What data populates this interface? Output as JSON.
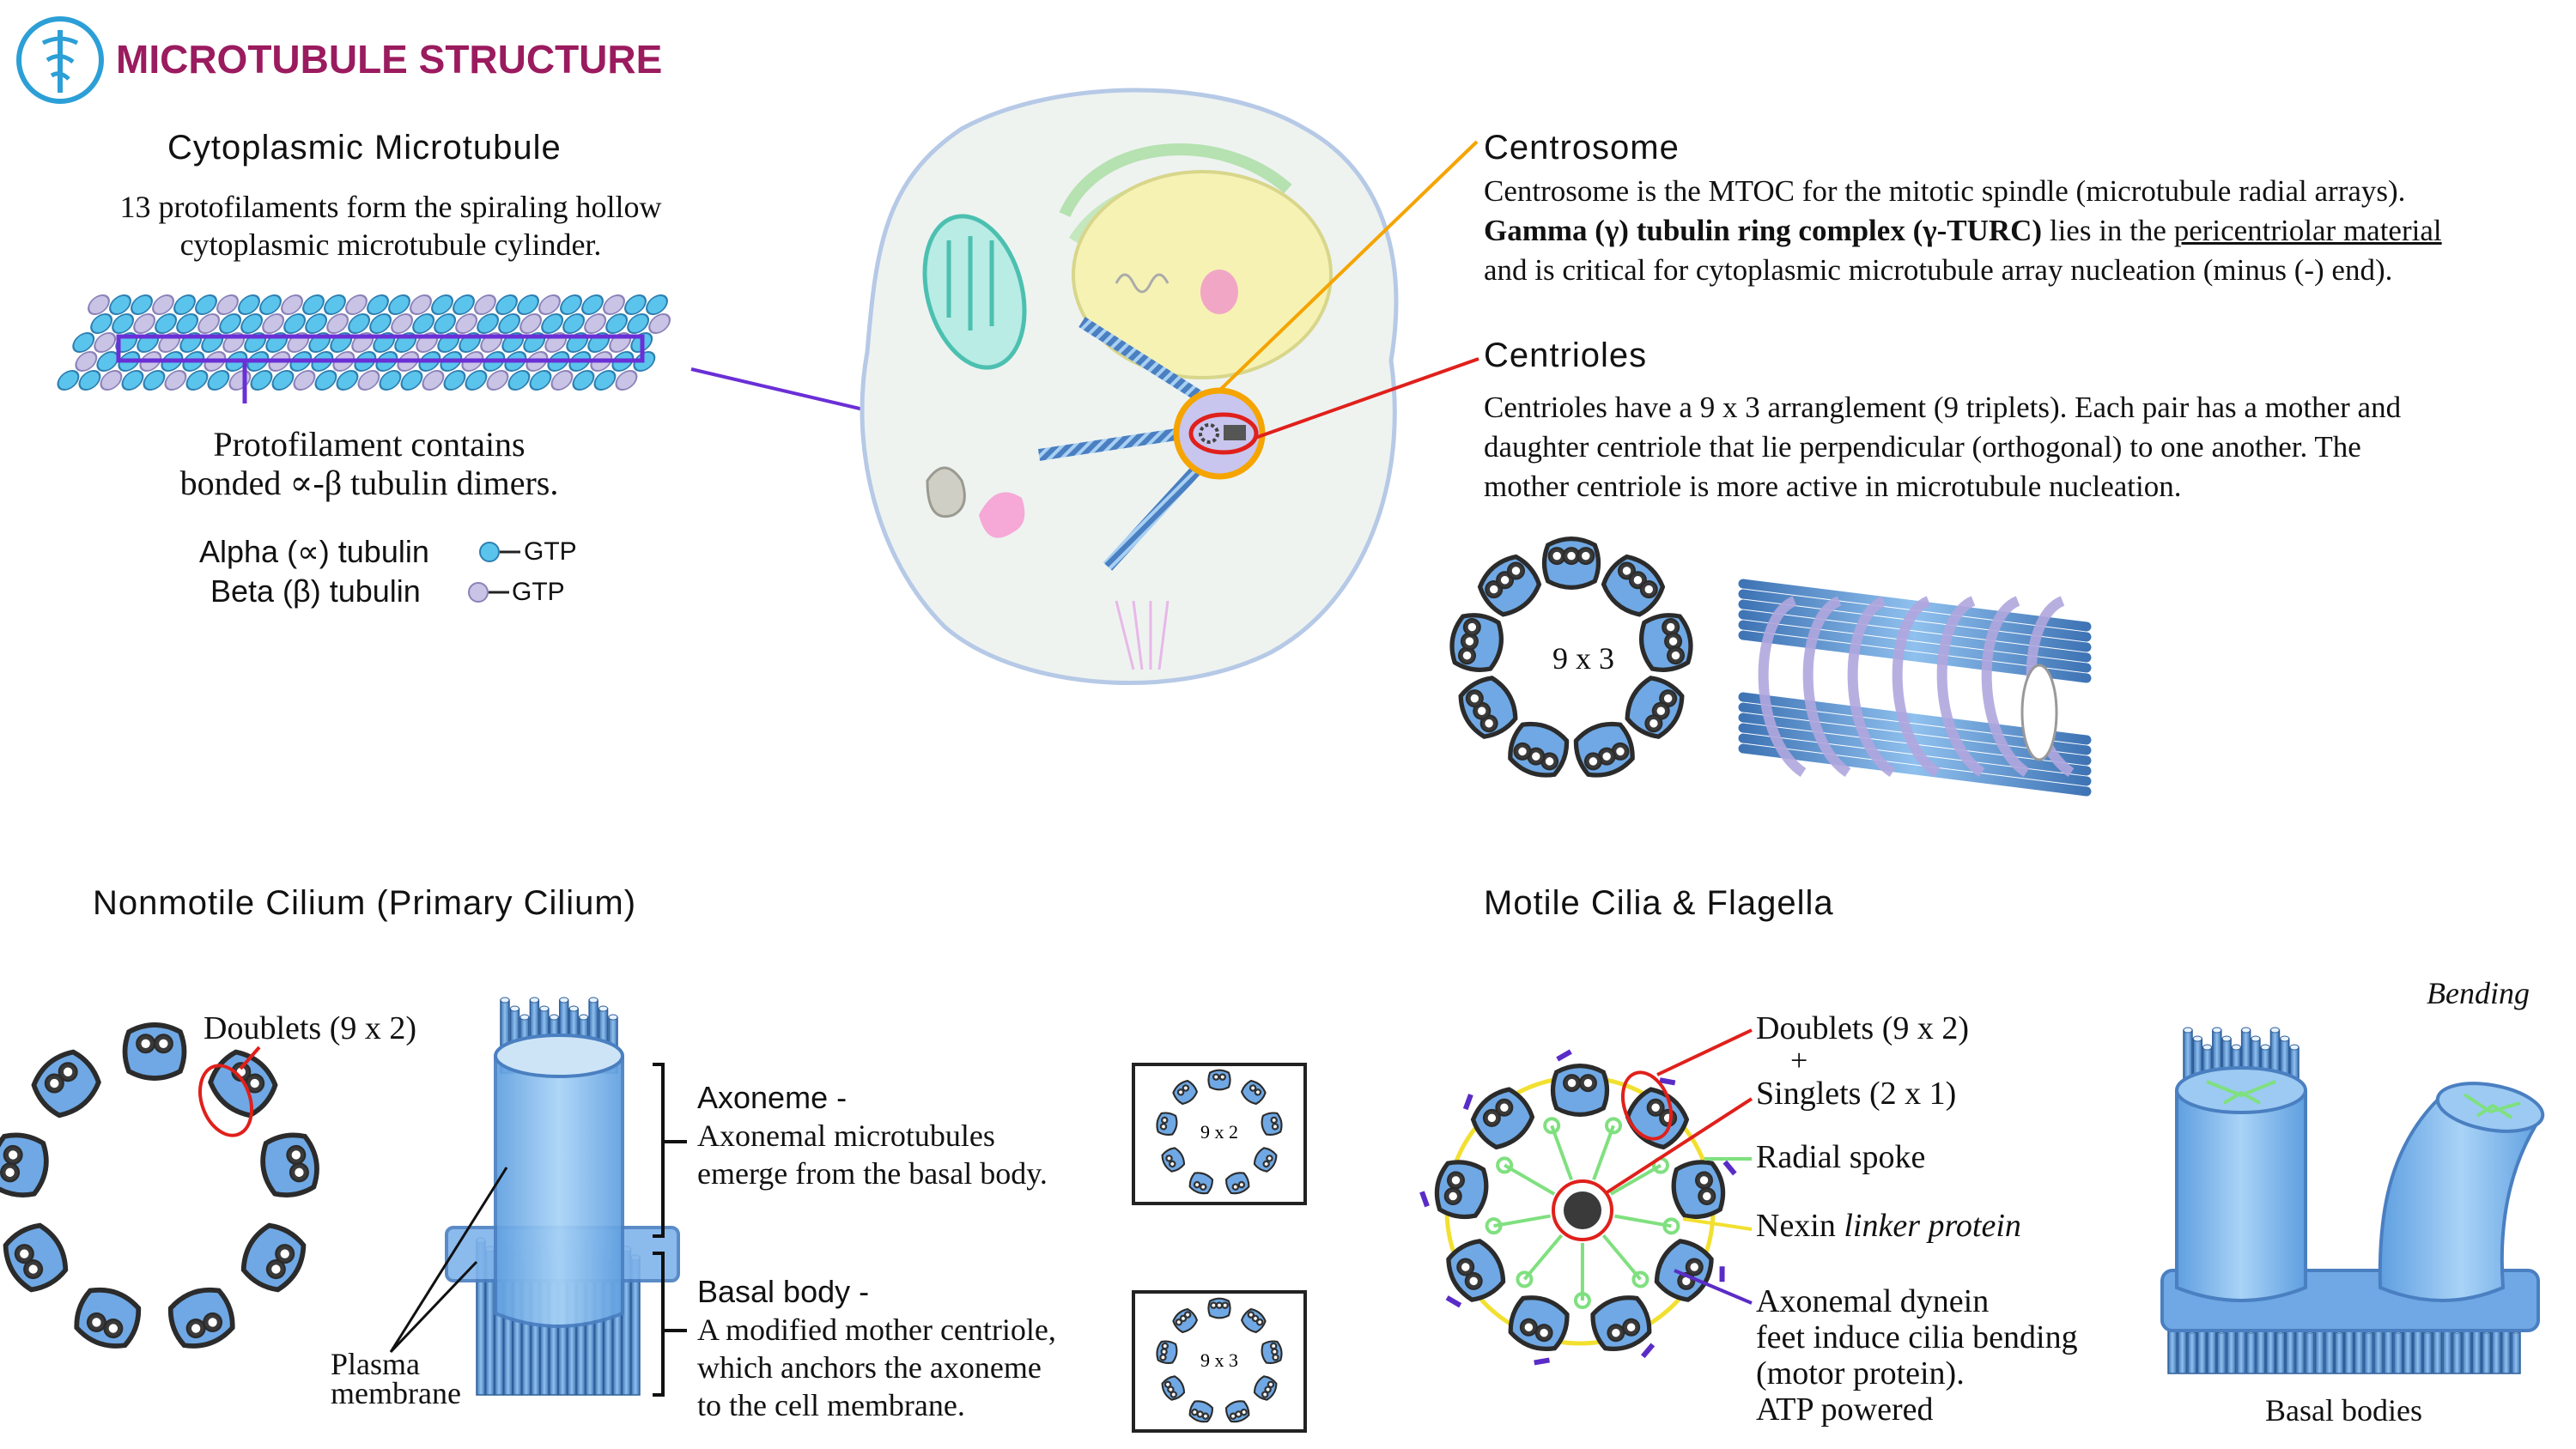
{
  "header": {
    "title": "MICROTUBULE STRUCTURE",
    "logo_icon": "caduceus-icon"
  },
  "colors": {
    "title": "#9b1b5f",
    "alpha_tubulin": "#5bc4ec",
    "beta_tubulin": "#c9c3e6",
    "tube": "#8ec3f0",
    "microtubule": "#4a7fc1",
    "leader_purple": "#6a2fd6",
    "leader_orange": "#f5a400",
    "leader_red": "#e0201b",
    "leader_green": "#7fe07f",
    "leader_yellow": "#f2e030",
    "leader_indigo": "#5a2cc7"
  },
  "cytoplasmic": {
    "heading": "Cytoplasmic Microtubule",
    "desc_line1": "13 protofilaments form the spiraling hollow",
    "desc_line2": "cytoplasmic microtubule cylinder.",
    "proto_line1": "Protofilament contains",
    "proto_line2": "bonded ∝-β tubulin dimers.",
    "legend_alpha": "Alpha (∝) tubulin",
    "legend_beta": "Beta (β) tubulin",
    "gtp": "GTP"
  },
  "centrosome": {
    "heading": "Centrosome",
    "line1": "Centrosome is the MTOC for the mitotic spindle (microtubule radial arrays).",
    "line2_bold": "Gamma (γ) tubulin ring complex (γ-TURC)",
    "line2_mid": " lies in the ",
    "line2_underline": "pericentriolar material",
    "line3": "and is critical for cytoplasmic microtubule array nucleation (minus (-) end)."
  },
  "centrioles": {
    "heading": "Centrioles",
    "line1": "Centrioles have a 9 x 3 arranglement (9 triplets).  Each pair has a mother and",
    "line2": "daughter centriole that lie perpendicular (orthogonal) to one another.  The",
    "line3": "mother centriole is more active in microtubule nucleation.",
    "ring_label": "9 x 3"
  },
  "nonmotile": {
    "heading": "Nonmotile Cilium (Primary Cilium)",
    "doublets": "Doublets (9 x 2)",
    "axoneme_title": "Axoneme -",
    "axoneme_line1": "Axonemal microtubules",
    "axoneme_line2": "emerge from the basal body.",
    "basal_title": "Basal body -",
    "basal_line1": "A modified mother centriole,",
    "basal_line2": "which anchors the axoneme",
    "basal_line3": "to the cell membrane.",
    "plasma_line1": "Plasma",
    "plasma_line2": "membrane",
    "box1_label": "9 x 2",
    "box2_label": "9 x 3"
  },
  "motile": {
    "heading": "Motile Cilia & Flagella",
    "doublets": "Doublets (9 x 2)",
    "plus": "+",
    "singlets": "Singlets (2 x 1)",
    "radial": "Radial spoke",
    "nexin": "Nexin",
    "nexin_italic": "linker protein",
    "dynein_line1": "Axonemal dynein",
    "dynein_line2": "feet induce cilia bending",
    "dynein_line3": "(motor protein).",
    "dynein_line4": "ATP powered",
    "bending": "Bending",
    "basal_bodies": "Basal bodies"
  }
}
